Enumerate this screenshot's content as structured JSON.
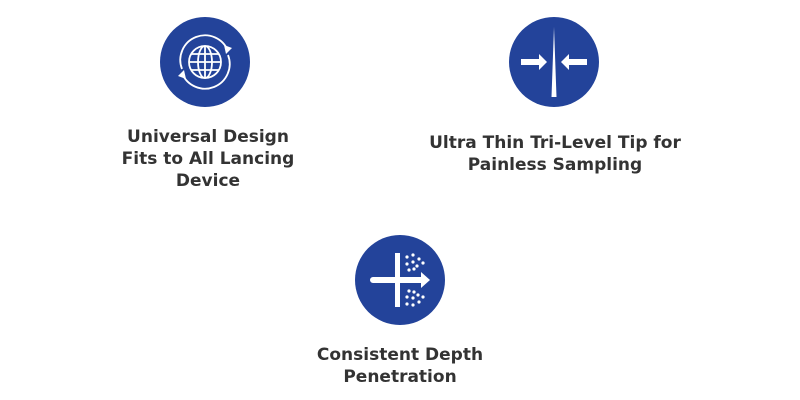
{
  "accent_color": "#23439a",
  "features": [
    {
      "icon": "globe-rotate-icon",
      "lines": [
        "Universal Design",
        "Fits to All Lancing",
        "Device"
      ]
    },
    {
      "icon": "thin-tip-icon",
      "lines": [
        "Ultra Thin Tri-Level Tip for",
        "Painless Sampling"
      ]
    },
    {
      "icon": "depth-penetration-icon",
      "lines": [
        "Consistent Depth",
        "Penetration"
      ]
    }
  ]
}
